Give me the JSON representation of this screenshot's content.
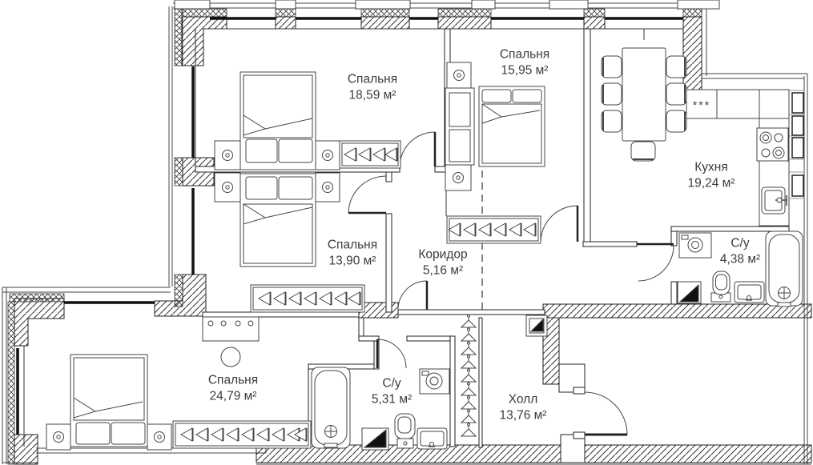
{
  "rooms": [
    {
      "id": "bedroom-1",
      "name": "Спальня",
      "area": "18,59 м²"
    },
    {
      "id": "bedroom-2",
      "name": "Спальня",
      "area": "15,95 м²"
    },
    {
      "id": "kitchen",
      "name": "Кухня",
      "area": "19,24 м²"
    },
    {
      "id": "bathroom-1",
      "name": "С/у",
      "area": "4,38 м²"
    },
    {
      "id": "bedroom-3",
      "name": "Спальня",
      "area": "13,90 м²"
    },
    {
      "id": "corridor",
      "name": "Коридор",
      "area": "5,16 м²"
    },
    {
      "id": "bedroom-4",
      "name": "Спальня",
      "area": "24,79 м²"
    },
    {
      "id": "bathroom-2",
      "name": "С/у",
      "area": "5,31 м²"
    },
    {
      "id": "hall",
      "name": "Холл",
      "area": "13,76 м²"
    }
  ],
  "appliances": {
    "fridge_label": "***"
  },
  "colors": {
    "line": "#222222",
    "text": "#3c3c3c",
    "background": "#ffffff",
    "fixture_fill": "#111111"
  },
  "icons": {
    "bed-icon": "rect+pillows+fold",
    "nightstand-icon": "rect+double-circle",
    "closet-icon": "row-of-left-triangles",
    "wardrobe-icon": "rect-2-doors",
    "dining-table-icon": "rect+7-chairs",
    "fridge-icon": "rect+asterisks",
    "stove-icon": "rect+4-burners",
    "sink-icon": "rect+faucet",
    "toilet-icon": "bowl+tank",
    "bathtub-icon": "rounded-rect+faucet",
    "washing-machine-icon": "rect+drum-circle",
    "coat-hanger-icon": "triangle+hook",
    "door-arc-icon": "quarter-arc",
    "window-icon": "thick-line",
    "electrical-panel-icon": "rect+black-triangle"
  }
}
